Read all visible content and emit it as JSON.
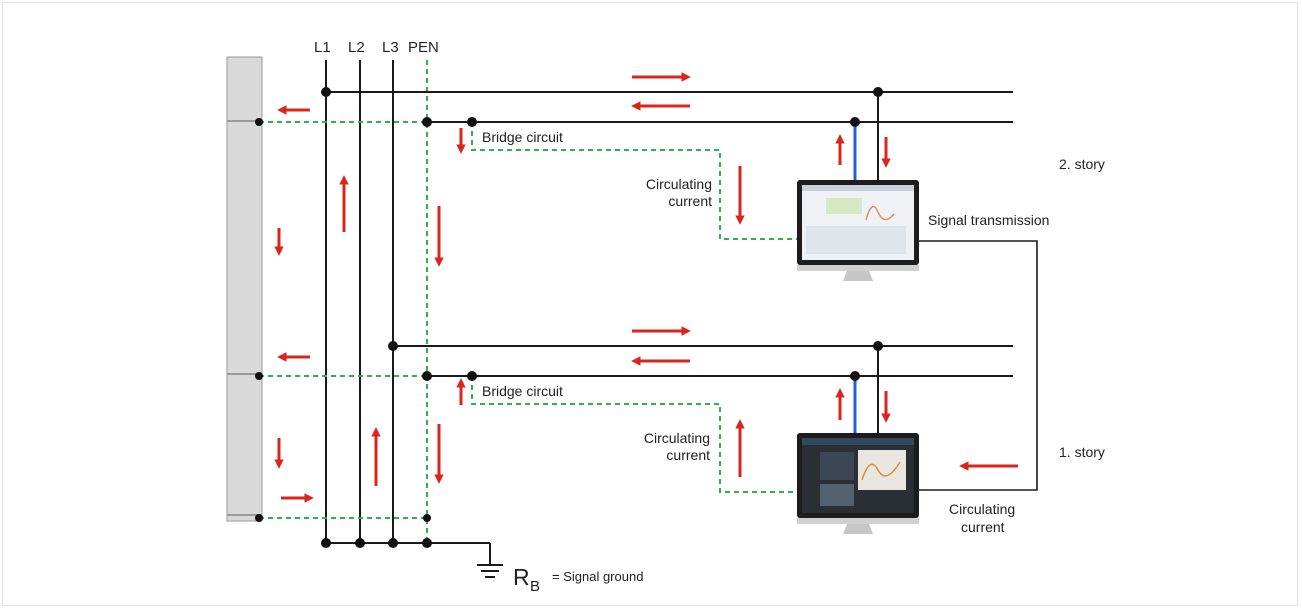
{
  "conductors": {
    "l1": "L1",
    "l2": "L2",
    "l3": "L3",
    "pen": "PEN"
  },
  "labels": {
    "bridge_upper": "Bridge circuit",
    "bridge_lower": "Bridge circuit",
    "circ_upper_1": "Circulating",
    "circ_upper_2": "current",
    "circ_lower_1": "Circulating",
    "circ_lower_2": "current",
    "circ_right_1": "Circulating",
    "circ_right_2": "current",
    "signal_transmission": "Signal transmission",
    "story_2": "2. story",
    "story_1": "1. story",
    "ground_symbol": "R",
    "ground_sub": "B",
    "ground_text": "= Signal ground"
  },
  "colors": {
    "wire": "#1a1a1a",
    "pen_dashed": "#2db34a",
    "arrow": "#d9261c",
    "signal_line": "#2a5bd7",
    "column": "#d9d9d9"
  }
}
